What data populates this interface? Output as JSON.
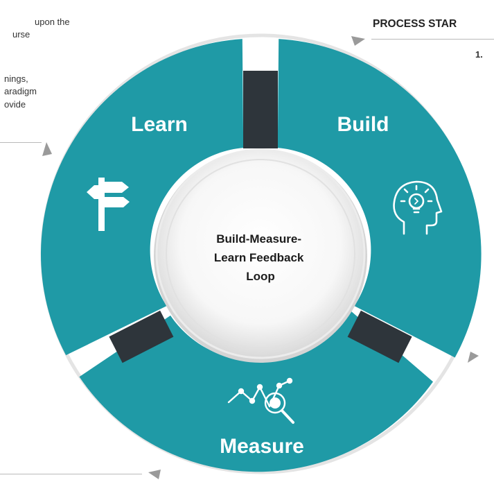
{
  "left_text": {
    "lines": [
      "upon the",
      "urse",
      "",
      "nings,",
      "aradigm",
      "ovide"
    ]
  },
  "process": {
    "label": "PROCESS STAR",
    "step_number": "1."
  },
  "segments": [
    {
      "label": "Learn",
      "icon": "signpost-icon"
    },
    {
      "label": "Build",
      "icon": "head-lightbulb-icon"
    },
    {
      "label": "Measure",
      "icon": "chart-magnifier-icon"
    }
  ],
  "center": {
    "lines": [
      "Build-Measure-",
      "Learn Feedback",
      "Loop"
    ]
  },
  "colors": {
    "teal": "#1f9aa6",
    "dark_connector": "#2e353b",
    "ring": "#e6e6e6",
    "arrow": "#9a9a9a"
  }
}
